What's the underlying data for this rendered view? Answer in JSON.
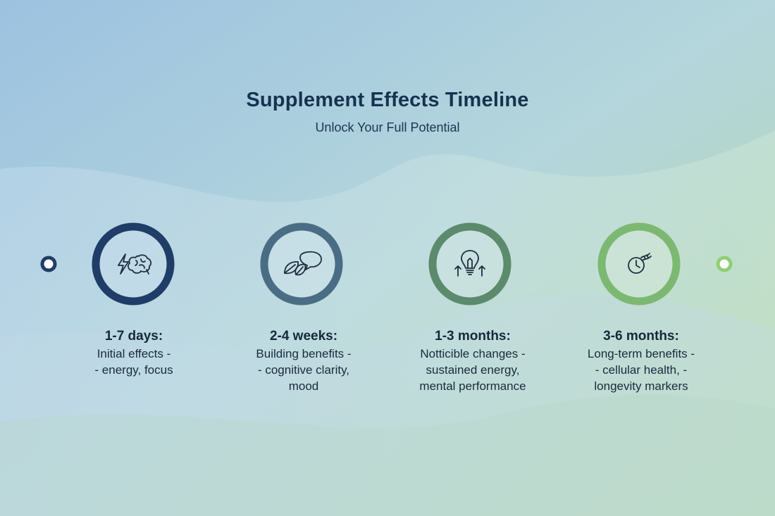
{
  "header": {
    "title": "Supplement Effects Timeline",
    "subtitle": "Unlock Your Full Potential"
  },
  "colors": {
    "bg_start": "#9ec3e0",
    "bg_end": "#b5d9a8",
    "stage_colors": [
      "#1f3d66",
      "#4a6c84",
      "#5b8a6c",
      "#7cb872"
    ],
    "start_dot": "#1f3d66",
    "end_dot": "#8fcf76"
  },
  "stages": [
    {
      "period": "1-7 days:",
      "lines": [
        "Initial effects -",
        "- energy, focus"
      ],
      "icon": "lightning-brain-icon"
    },
    {
      "period": "2-4 weeks:",
      "lines": [
        "Building benefits -",
        "- cognitive clarity,",
        "mood"
      ],
      "icon": "leaf-bubble-icon"
    },
    {
      "period": "1-3 months:",
      "lines": [
        "Notticible changes -",
        "sustained energy,",
        "mental performance"
      ],
      "icon": "lightbulb-arrows-icon"
    },
    {
      "period": "3-6 months:",
      "lines": [
        "Long-term benefits -",
        "- cellular health, -",
        "longevity markers"
      ],
      "icon": "clock-dna-icon"
    }
  ]
}
